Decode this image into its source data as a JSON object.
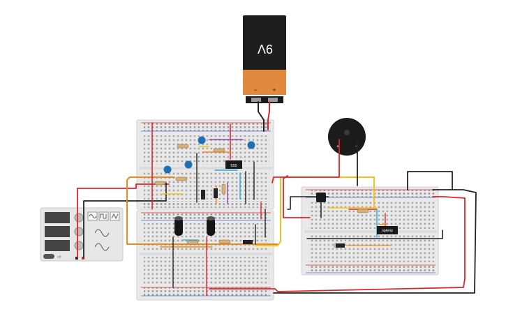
{
  "battery": {
    "label": "9V",
    "minus": "−",
    "plus": "+"
  },
  "chips": {
    "timer": "555",
    "opamp": "opAmp"
  },
  "buzzer": {
    "minus": "−",
    "plus": "+"
  },
  "function_generator": {
    "toggle_label": "off"
  },
  "colors": {
    "breadboard": "#e8e8e8",
    "breadboard_edge": "#cfcfcf",
    "rail_red": "#d32f2f",
    "rail_blue": "#4a6cd0",
    "battery_top": "#1d1d1d",
    "battery_bottom": "#e1893e",
    "wire_red": "#e0242b",
    "wire_black": "#222222",
    "wire_yellow": "#f2c414",
    "wire_orange": "#f08a1c",
    "wire_cyan": "#27a9d6",
    "wire_purple": "#8e44ad",
    "capacitor_blue": "#1f6fb5"
  },
  "icons": [
    "battery-icon",
    "buzzer-icon",
    "sine-wave-icon",
    "square-wave-icon",
    "triangle-wave-icon"
  ]
}
